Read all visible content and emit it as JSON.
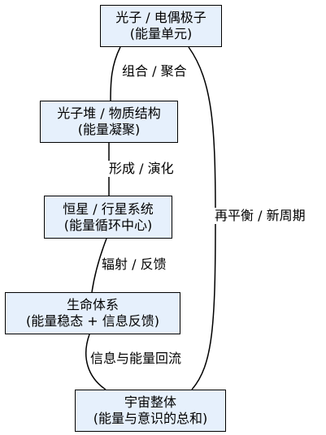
{
  "nodes": [
    {
      "id": "photon",
      "line1": "光子 / 电偶极子",
      "line2": "(能量单元)"
    },
    {
      "id": "pile",
      "line1": "光子堆 / 物质结构",
      "line2": "(能量凝聚)"
    },
    {
      "id": "star",
      "line1": "恒星 / 行星系统",
      "line2": "(能量循环中心)"
    },
    {
      "id": "life",
      "line1": "生命体系",
      "line2": "(能量稳态 + 信息反馈)"
    },
    {
      "id": "universe",
      "line1": "宇宙整体",
      "line2": "(能量与意识的总和)"
    }
  ],
  "edges": [
    {
      "from": "photon",
      "to": "pile",
      "label": "组合 / 聚合"
    },
    {
      "from": "pile",
      "to": "star",
      "label": "形成 / 演化"
    },
    {
      "from": "star",
      "to": "life",
      "label": "辐射 / 反馈"
    },
    {
      "from": "life",
      "to": "universe",
      "label": "信息与能量回流"
    },
    {
      "from": "universe",
      "to": "photon",
      "label": "再平衡 / 新周期"
    }
  ]
}
